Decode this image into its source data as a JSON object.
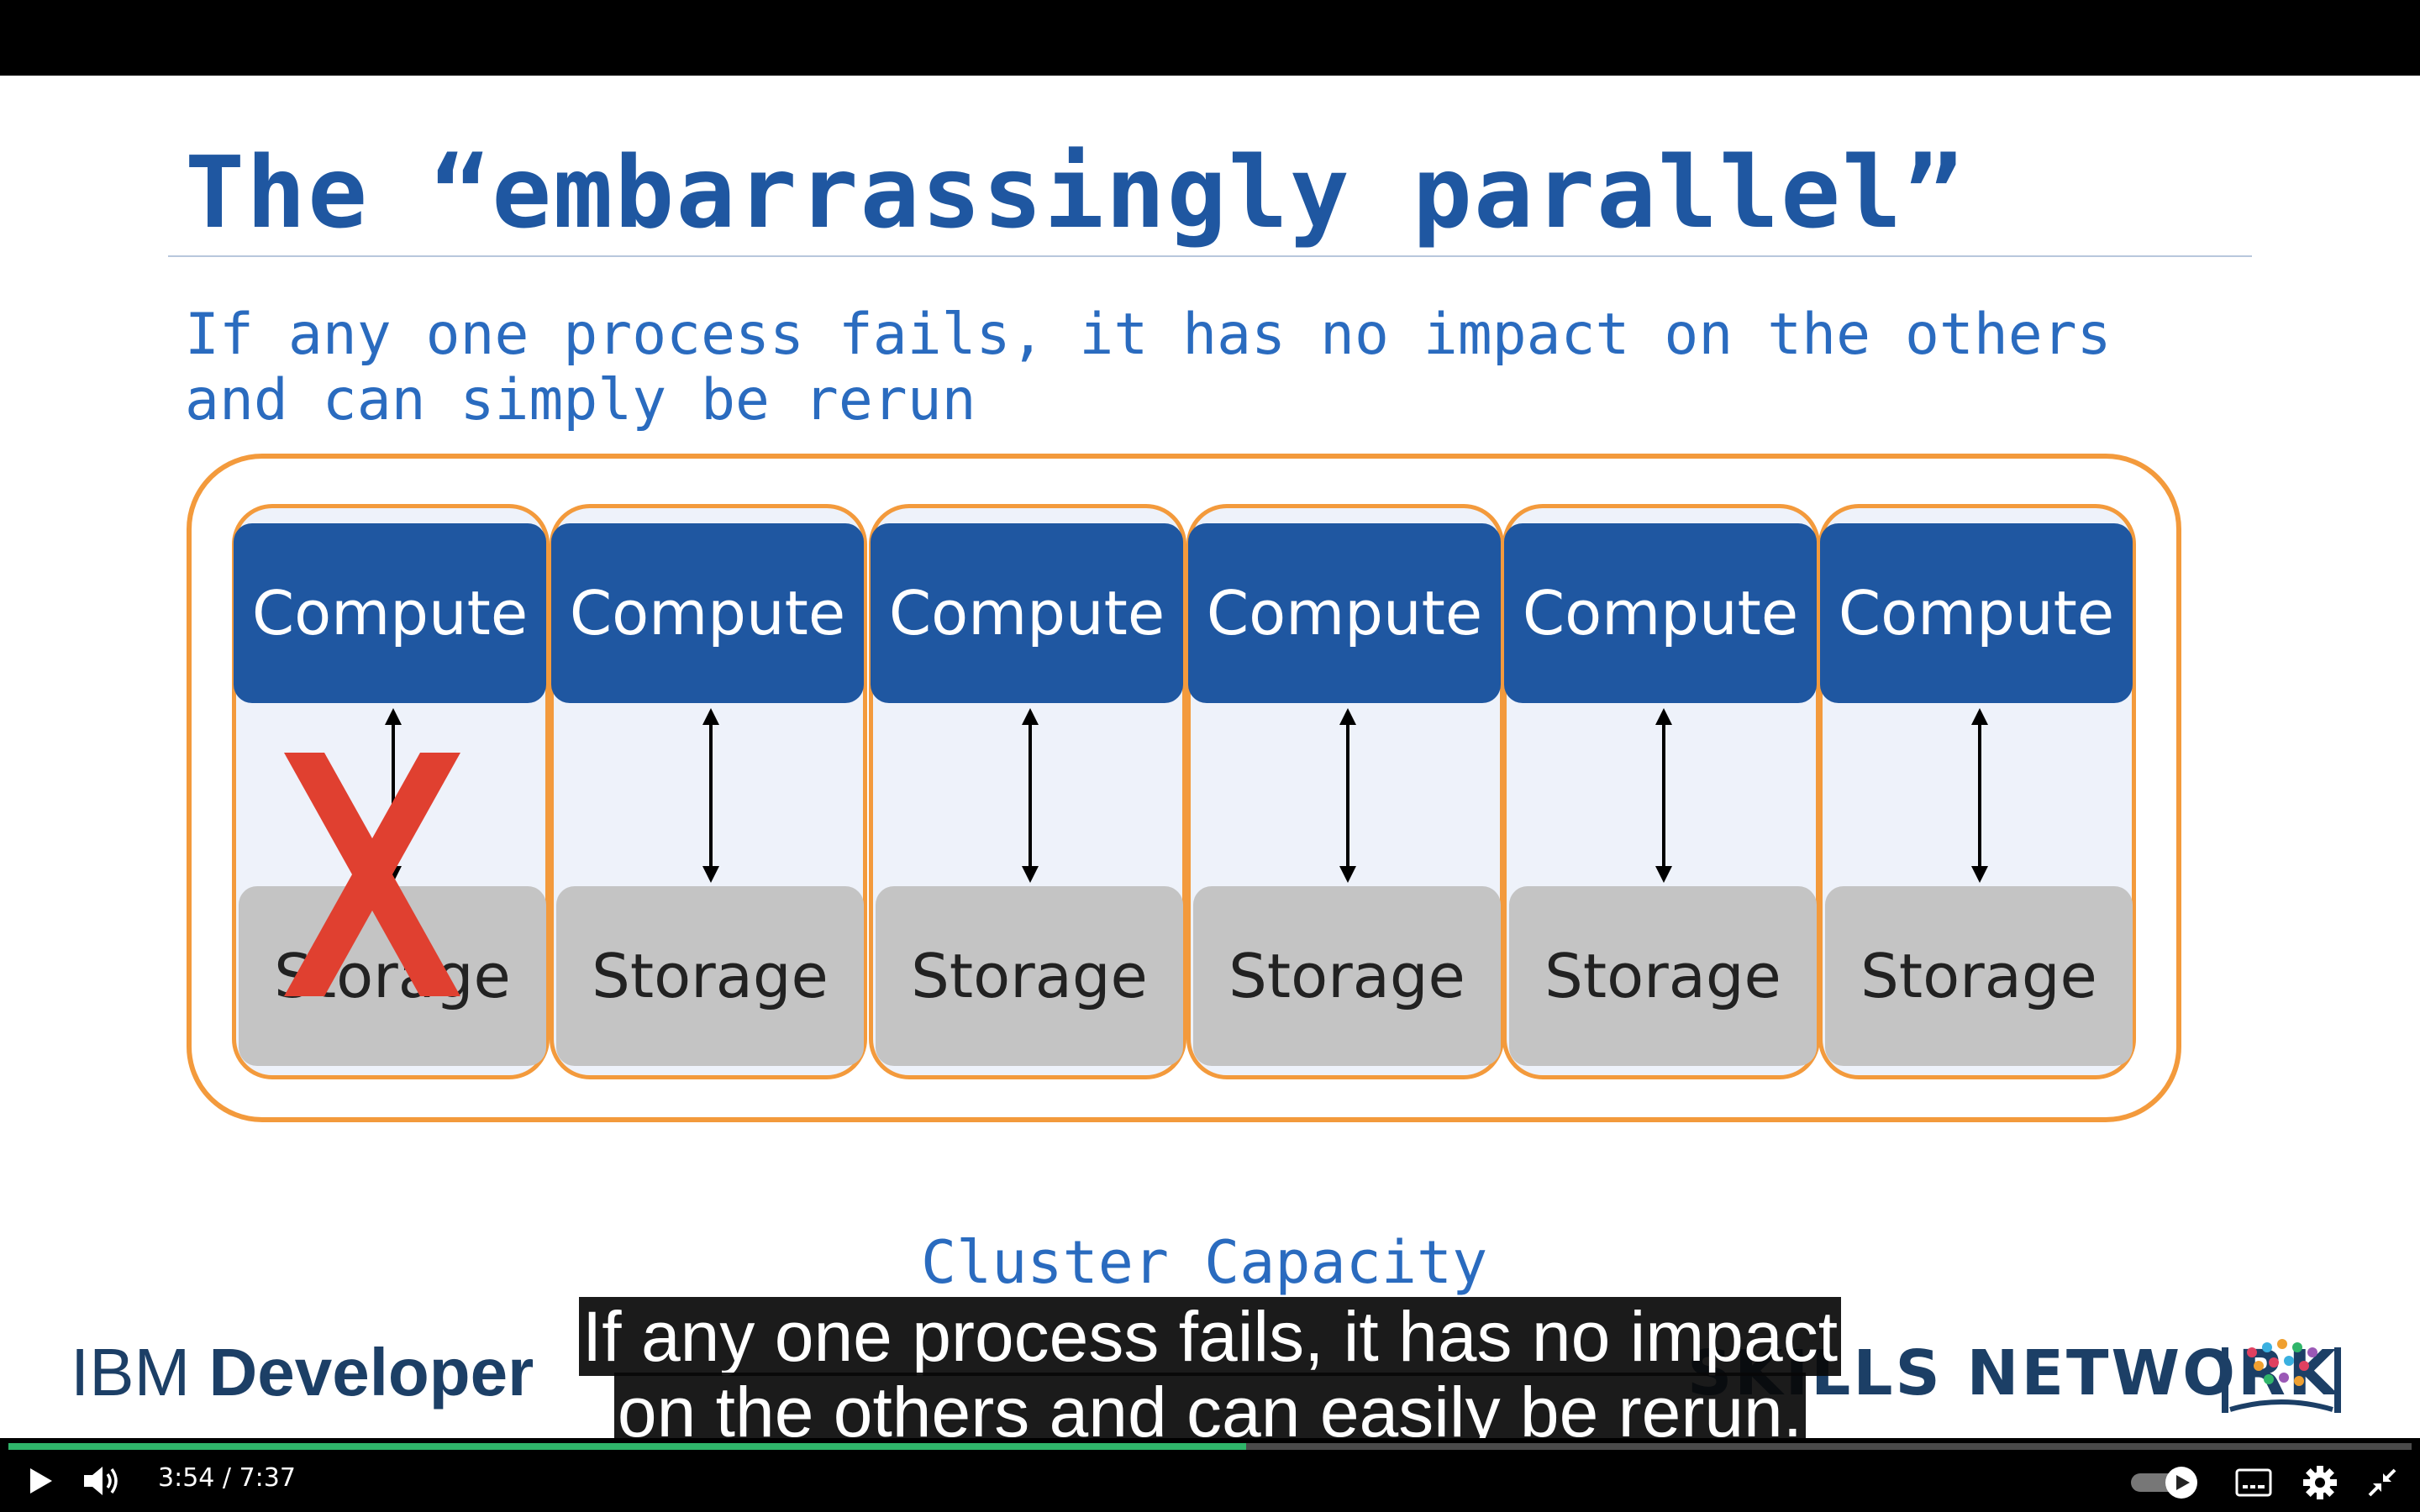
{
  "slide": {
    "title": "The “embarrassingly parallel”",
    "subtitle_line1": "If any one process fails, it has no impact on the others",
    "subtitle_line2": "and can simply be rerun",
    "nodes": [
      {
        "compute": "Compute",
        "storage": "Storage",
        "failed": true
      },
      {
        "compute": "Compute",
        "storage": "Storage",
        "failed": false
      },
      {
        "compute": "Compute",
        "storage": "Storage",
        "failed": false
      },
      {
        "compute": "Compute",
        "storage": "Storage",
        "failed": false
      },
      {
        "compute": "Compute",
        "storage": "Storage",
        "failed": false
      },
      {
        "compute": "Compute",
        "storage": "Storage",
        "failed": false
      }
    ],
    "cluster_label": "Cluster Capacity",
    "ibm_brand_light": "IBM ",
    "ibm_brand_bold": "Developer",
    "skills_brand": "SKILLS NETWORK",
    "colors": {
      "accent_blue": "#1f57a1",
      "border_orange": "#f39a3c",
      "fail_red": "#e04030"
    }
  },
  "captions": {
    "line1": "If any one process fails, it has no impact",
    "line2": "on the others and can easily be rerun."
  },
  "player": {
    "current_time": "3:54",
    "separator": "/",
    "duration": "7:37",
    "progress_fraction": 0.515,
    "icons": [
      "play-icon",
      "volume-icon",
      "autoplay-toggle",
      "captions-icon",
      "settings-icon",
      "exit-fullscreen-icon"
    ]
  }
}
